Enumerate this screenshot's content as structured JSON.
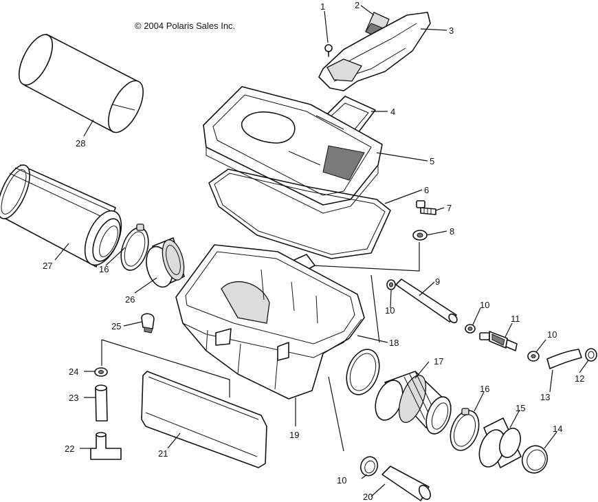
{
  "copyright": "© 2004 Polaris Sales Inc.",
  "callouts": [
    {
      "id": "c1",
      "label": "1"
    },
    {
      "id": "c2",
      "label": "2"
    },
    {
      "id": "c3",
      "label": "3"
    },
    {
      "id": "c4",
      "label": "4"
    },
    {
      "id": "c5",
      "label": "5"
    },
    {
      "id": "c6",
      "label": "6"
    },
    {
      "id": "c7",
      "label": "7"
    },
    {
      "id": "c8",
      "label": "8"
    },
    {
      "id": "c9",
      "label": "9"
    },
    {
      "id": "c10a",
      "label": "10"
    },
    {
      "id": "c10b",
      "label": "10"
    },
    {
      "id": "c10c",
      "label": "10"
    },
    {
      "id": "c10d",
      "label": "10"
    },
    {
      "id": "c11",
      "label": "11"
    },
    {
      "id": "c12",
      "label": "12"
    },
    {
      "id": "c13",
      "label": "13"
    },
    {
      "id": "c14",
      "label": "14"
    },
    {
      "id": "c15",
      "label": "15"
    },
    {
      "id": "c16a",
      "label": "16"
    },
    {
      "id": "c16b",
      "label": "16"
    },
    {
      "id": "c17",
      "label": "17"
    },
    {
      "id": "c18",
      "label": "18"
    },
    {
      "id": "c19",
      "label": "19"
    },
    {
      "id": "c20",
      "label": "20"
    },
    {
      "id": "c21",
      "label": "21"
    },
    {
      "id": "c22",
      "label": "22"
    },
    {
      "id": "c23",
      "label": "23"
    },
    {
      "id": "c24",
      "label": "24"
    },
    {
      "id": "c25",
      "label": "25"
    },
    {
      "id": "c26",
      "label": "26"
    },
    {
      "id": "c27",
      "label": "27"
    },
    {
      "id": "c28",
      "label": "28"
    }
  ]
}
